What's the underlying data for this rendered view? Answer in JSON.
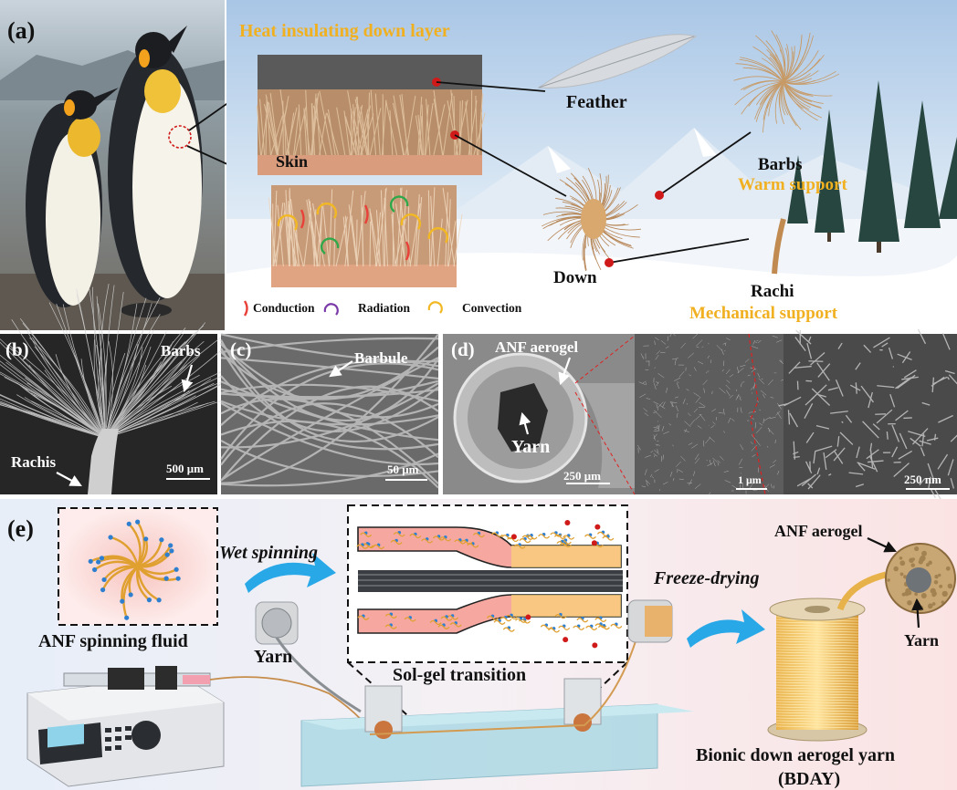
{
  "panel_a": {
    "letter": "(a)",
    "title": "Heat insulating down layer",
    "feather": "Feather",
    "skin": "Skin",
    "barbs": "Barbs",
    "warm_support": "Warm support",
    "down": "Down",
    "rachi": "Rachi",
    "mechanical_support": "Mechanical support",
    "legend": {
      "conduction": "Conduction",
      "radiation": "Radiation",
      "convection": "Convection"
    }
  },
  "panel_b": {
    "letter": "(b)",
    "barbs": "Barbs",
    "rachis": "Rachis",
    "scale": "500 μm"
  },
  "panel_c": {
    "letter": "(c)",
    "barbule": "Barbule",
    "scale": "50 μm"
  },
  "panel_d": {
    "letter": "(d)",
    "anf_aerogel": "ANF aerogel",
    "yarn": "Yarn",
    "scale1": "250 μm",
    "scale2": "1 μm",
    "scale3": "250 nm"
  },
  "panel_e": {
    "letter": "(e)",
    "wet_spinning": "Wet spinning",
    "anf_fluid": "ANF spinning fluid",
    "yarn_left": "Yarn",
    "sol_gel": "Sol-gel transition",
    "freeze_drying": "Freeze-drying",
    "anf_aerogel": "ANF aerogel",
    "yarn_right": "Yarn",
    "bday_line1": "Bionic down aerogel yarn",
    "bday_line2": "(BDAY)"
  },
  "colors": {
    "accent_gold": "#f0b020",
    "arrow_blue": "#29a8e8",
    "skin": "#d9a07a",
    "pink_band": "#f6a8a0"
  }
}
